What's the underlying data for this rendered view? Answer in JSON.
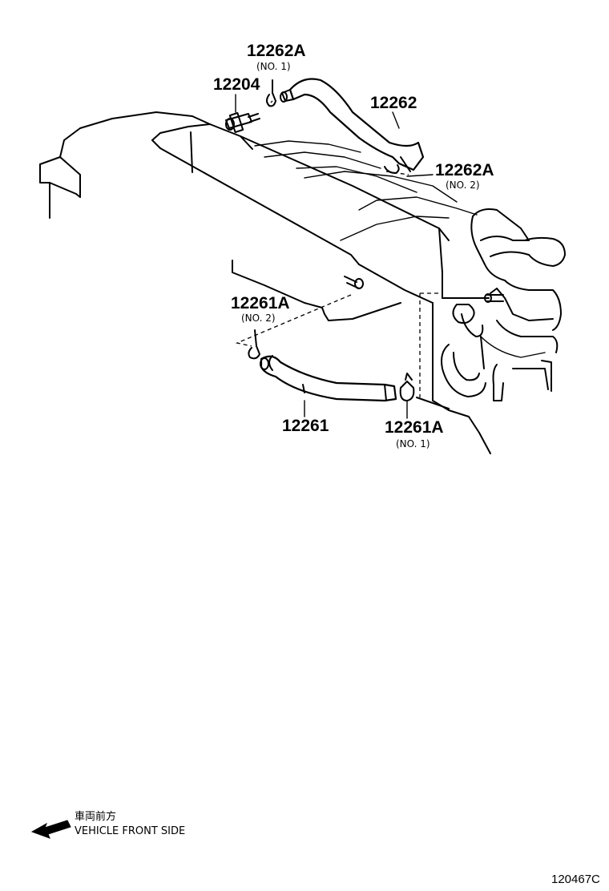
{
  "parts": {
    "p12262a_no1": {
      "number": "12262A",
      "sub": "(NO. 1)"
    },
    "p12204": {
      "number": "12204"
    },
    "p12262": {
      "number": "12262"
    },
    "p12262a_no2": {
      "number": "12262A",
      "sub": "(NO. 2)"
    },
    "p12261a_no2": {
      "number": "12261A",
      "sub": "(NO. 2)"
    },
    "p12261": {
      "number": "12261"
    },
    "p12261a_no1": {
      "number": "12261A",
      "sub": "(NO. 1)"
    }
  },
  "legend": {
    "japanese": "車両前方",
    "english": "VEHICLE FRONT SIDE",
    "icon": "left-arrow-icon"
  },
  "diagram_code": "120467C"
}
